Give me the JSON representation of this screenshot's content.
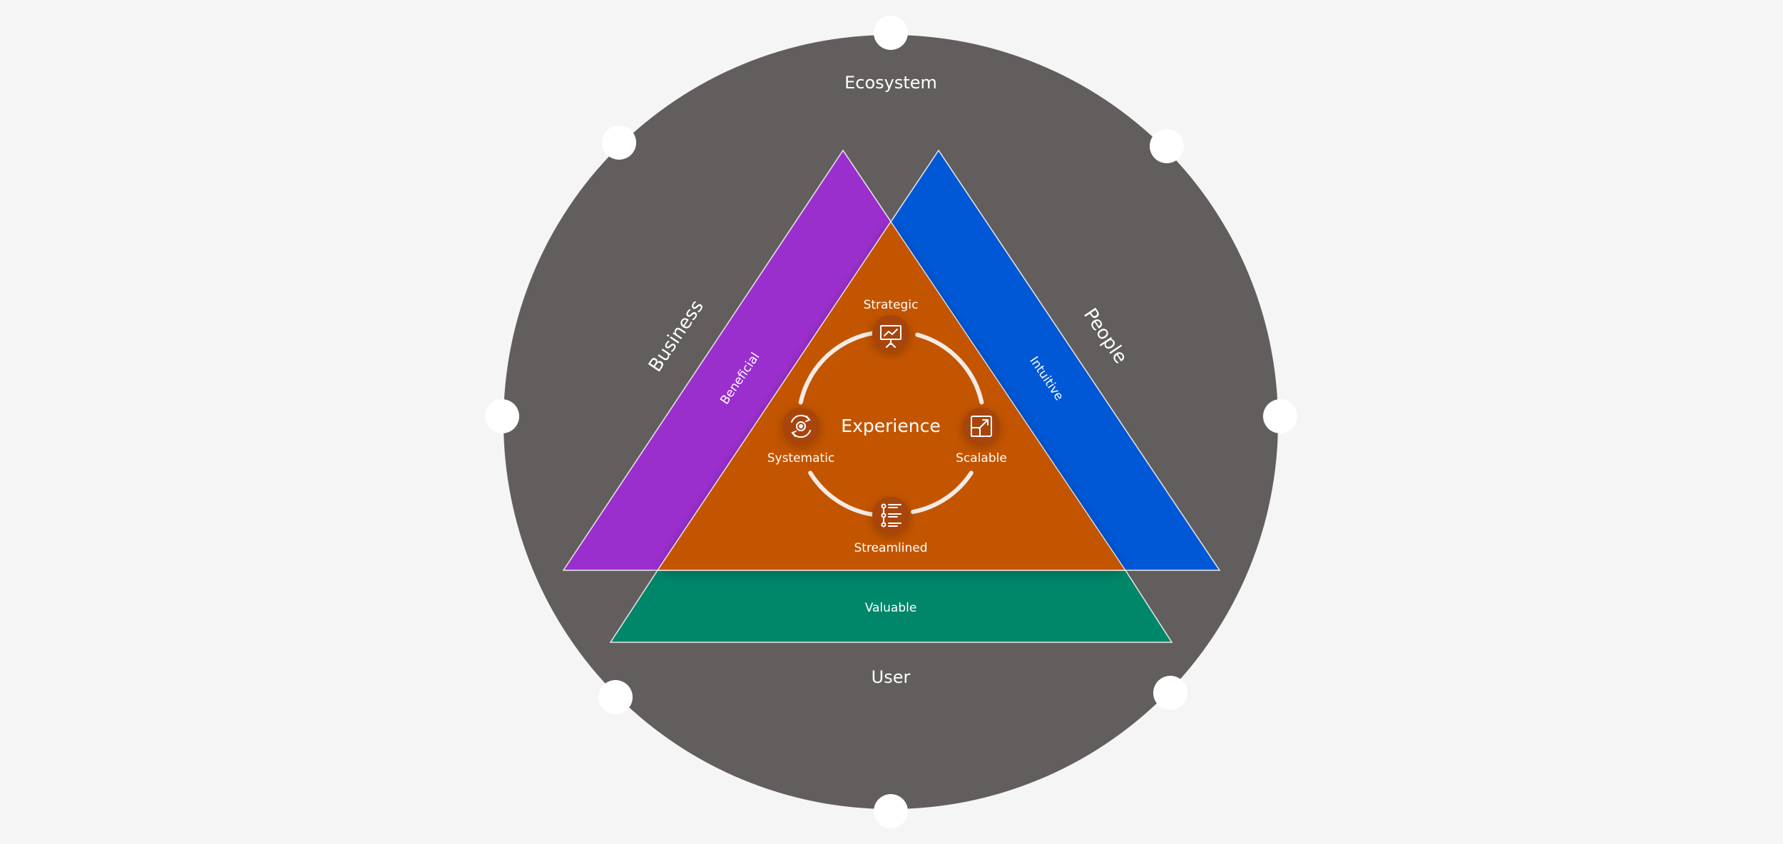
{
  "diagram": {
    "outer_ring_label_top": "Ecosystem",
    "outer_ring_label_bottom": "User",
    "left_band": {
      "title": "Business",
      "subtitle": "Beneficial",
      "color": "#9b2fce"
    },
    "right_band": {
      "title": "People",
      "subtitle": "Intuitive",
      "color": "#0058d6"
    },
    "bottom_band": {
      "subtitle": "Valuable",
      "color": "#00876a"
    },
    "core": {
      "title": "Experience",
      "color": "#c45406",
      "nodes": {
        "top": {
          "label": "Strategic",
          "icon": "presentation-board-icon"
        },
        "left": {
          "label": "Systematic",
          "icon": "gear-refresh-icon"
        },
        "right": {
          "label": "Scalable",
          "icon": "resize-expand-icon"
        },
        "bottom": {
          "label": "Streamlined",
          "icon": "checklist-icon"
        }
      }
    },
    "ring_color": "#625e5d",
    "background_color": "#f5f5f5"
  }
}
